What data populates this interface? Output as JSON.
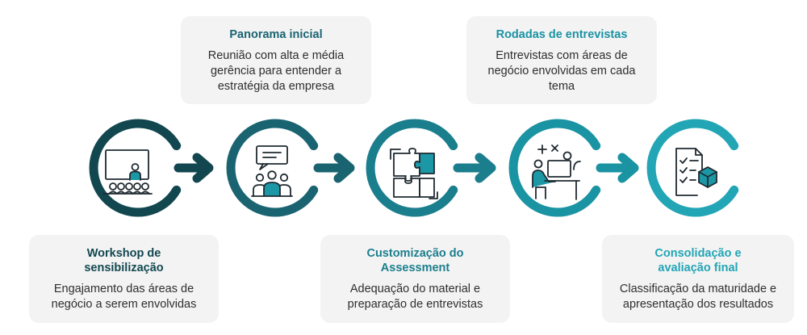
{
  "steps": [
    {
      "title": "Workshop de sensibilização",
      "description": "Engajamento das áreas de negócio a serem envolvidas",
      "color": "#124750",
      "icon": "presentation-icon"
    },
    {
      "title": "Panorama inicial",
      "description": "Reunião com alta e média gerência para entender a estratégia da empresa",
      "color": "#1a6472",
      "icon": "meeting-icon"
    },
    {
      "title": "Customização do Assessment",
      "description": "Adequação do material e preparação de entrevistas",
      "color": "#1b7e8d",
      "icon": "puzzle-icon"
    },
    {
      "title": "Rodadas de entrevistas",
      "description": "Entrevistas com áreas de negócio envolvidas em cada tema",
      "color": "#1a93a3",
      "icon": "interview-icon"
    },
    {
      "title": "Consolidação e avaliação final",
      "description": "Classificação da maturidade e apresentação dos resultados",
      "color": "#22a5b5",
      "icon": "checklist-cube-icon"
    }
  ]
}
